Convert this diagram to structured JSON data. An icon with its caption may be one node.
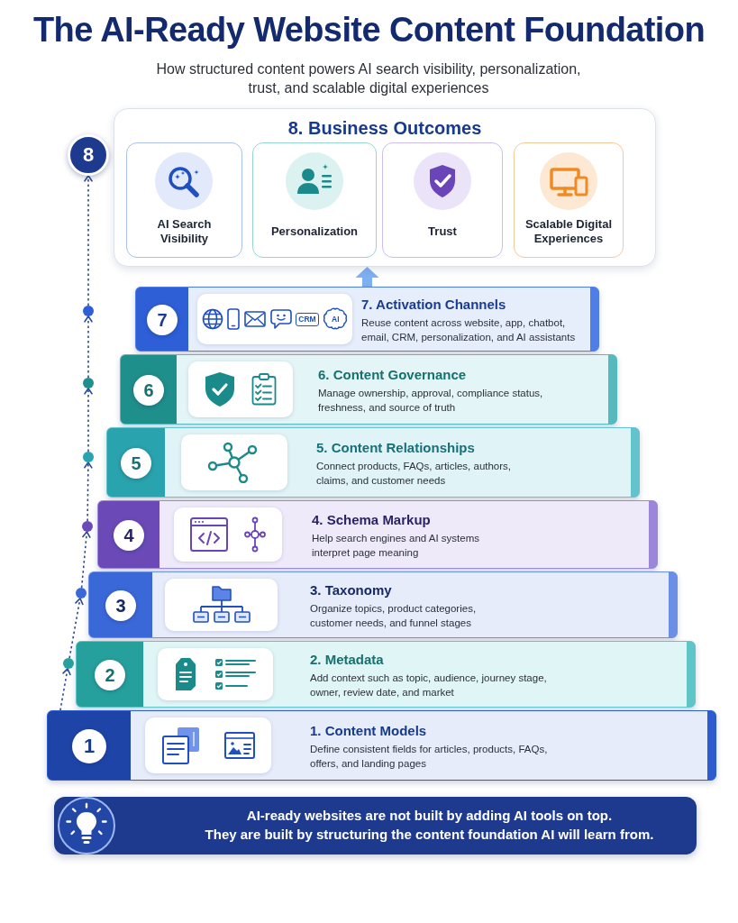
{
  "diagram": {
    "title": "The AI-Ready Website Content Foundation",
    "nodes": [
      {
        "text": [
          "8"
        ]
      },
      {
        "text": [
          "8. Business Outcomes"
        ]
      },
      {
        "text": [
          "AI Search Visibility"
        ],
        "in": 1
      },
      {
        "text": [
          "Personalization"
        ],
        "in": 1
      },
      {
        "text": [
          "Trust"
        ],
        "in": 1
      },
      {
        "text": [
          "Scalable Digital Experiences"
        ],
        "in": 1
      },
      {
        "text": [
          "7. Activation Channels",
          "Reuse content across website, app, chatbot, email, CRM, personalization, and AI assistants"
        ]
      },
      {
        "text": [
          "7"
        ],
        "in": 6
      },
      {
        "text": [],
        "shape": "circle"
      },
      {
        "text": [
          "6. Content Governance",
          "Manage ownership, approval, compliance status, freshness, and source of truth"
        ]
      },
      {
        "text": [
          "6"
        ],
        "in": 9
      },
      {
        "text": [],
        "shape": "circle"
      },
      {
        "text": [
          "5. Content Relationships",
          "Connect products, FAQs, articles, authors, claims, and customer needs"
        ]
      },
      {
        "text": [
          "5"
        ],
        "in": 12
      },
      {
        "text": [],
        "shape": "circle"
      },
      {
        "text": [
          "4. Schema Markup",
          "Help search engines and AI systems interpret page meaning"
        ]
      },
      {
        "text": [
          "4"
        ],
        "in": 15
      },
      {
        "text": [],
        "shape": "circle"
      },
      {
        "text": [
          "3. Taxonomy",
          "Organize topics, product categories, customer needs, and funnel stages"
        ]
      },
      {
        "text": [
          "3"
        ],
        "in": 18
      },
      {
        "text": [],
        "shape": "circle"
      },
      {
        "text": [
          "2. Metadata",
          "Add context such as topic, audience, journey stage, owner, review date, and market"
        ]
      },
      {
        "text": [
          "2"
        ],
        "in": 21
      },
      {
        "text": [],
        "shape": "circle"
      },
      {
        "text": [
          "1. Content Models",
          "Define consistent fields for articles, products, FAQs, offers, and landing pages"
        ]
      },
      {
        "text": [
          "1"
        ],
        "in": 24
      },
      {
        "text": [
          "AI-ready websites are not built by adding AI tools on top.",
          "They are built by structuring the content foundation AI will learn from."
        ]
      }
    ],
    "edges": [
      {
        "from": 24,
        "to": 23,
        "arrow": "to",
        "style": "dashed"
      },
      {
        "from": 23,
        "to": 20,
        "arrow": "to",
        "style": "dashed"
      },
      {
        "from": 20,
        "to": 17,
        "arrow": "to",
        "style": "dashed"
      },
      {
        "from": 17,
        "to": 14,
        "arrow": "to",
        "style": "dashed"
      },
      {
        "from": 14,
        "to": 11,
        "arrow": "to",
        "style": "dashed"
      },
      {
        "from": 11,
        "to": 8,
        "arrow": "to",
        "style": "dashed"
      },
      {
        "from": 8,
        "to": 0,
        "arrow": "to",
        "style": "dashed"
      },
      {
        "from": 6,
        "to": 1,
        "arrow": "to",
        "style": "thick",
        "color": "#7fb0f2"
      }
    ],
    "labels": [
      "How structured content powers AI search visibility, personalization, trust, and scalable digital experiences",
      "CRM",
      "AI"
    ]
  }
}
